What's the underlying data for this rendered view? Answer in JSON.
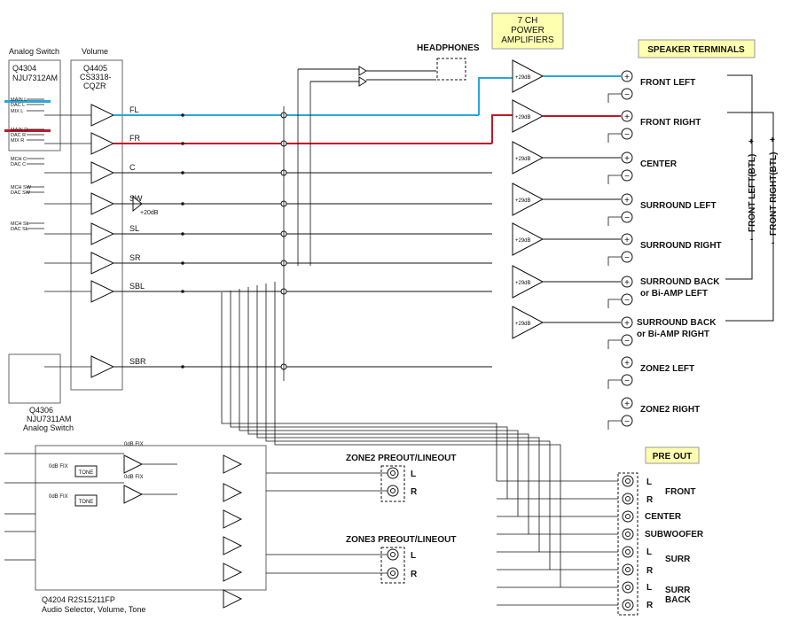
{
  "colors": {
    "front_left": "#2aa7d8",
    "front_right": "#c0182a",
    "highlight": "#ffffb0"
  },
  "analog_switch_top": {
    "title": "Analog Switch",
    "part": "Q4304",
    "chip": "NJU7312AM",
    "inputs": [
      "MAIN L",
      "DAC L",
      "MIX L",
      "MAIN R",
      "DAC R",
      "MIX R",
      "MCH C",
      "DAC C",
      "MCH SW",
      "DAC SW",
      "MCH SL",
      "DAC SL"
    ]
  },
  "volume": {
    "title": "Volume",
    "part": "Q4405",
    "chip_line1": "CS3318-",
    "chip_line2": "CQZR"
  },
  "analog_switch_bottom": {
    "part": "Q4306",
    "chip": "NJU7311AM",
    "title": "Analog Switch"
  },
  "channels": [
    "FL",
    "FR",
    "C",
    "SW",
    "SL",
    "SR",
    "SBL",
    "SBR"
  ],
  "sw_gain": "+20dB",
  "headphones": "HEADPHONES",
  "power_amps": {
    "line1": "7 CH",
    "line2": "POWER",
    "line3": "AMPLIFIERS",
    "gain": "+29dB"
  },
  "speaker_terminals": {
    "title": "SPEAKER TERMINALS",
    "labels": [
      "FRONT LEFT",
      "FRONT RIGHT",
      "CENTER",
      "SURROUND LEFT",
      "SURROUND RIGHT",
      "SURROUND BACK",
      "or Bi-AMP LEFT",
      "SURROUND BACK",
      "or Bi-AMP RIGHT",
      "ZONE2 LEFT",
      "ZONE2 RIGHT"
    ]
  },
  "btl": {
    "left": "FRONT LEFT(BTL)",
    "right": "FRONT RIGHT(BTL)",
    "plus": "+",
    "minus": "-"
  },
  "terminal_symbols": {
    "plus": "+",
    "minus": "−"
  },
  "zone2_preout": {
    "title": "ZONE2 PREOUT/LINEOUT",
    "l": "L",
    "r": "R"
  },
  "zone3_preout": {
    "title": "ZONE3 PREOUT/LINEOUT",
    "l": "L",
    "r": "R"
  },
  "pre_out": {
    "title": "PRE OUT",
    "labels": [
      "FRONT",
      "CENTER",
      "SUBWOOFER",
      "SURR",
      "SURR",
      "BACK"
    ],
    "l": "L",
    "r": "R"
  },
  "tone_block": {
    "fix": "0dB FIX",
    "tone": "TONE"
  },
  "selector": {
    "part": "Q4204  R2S15211FP",
    "desc": "Audio Selector, Volume, Tone"
  }
}
